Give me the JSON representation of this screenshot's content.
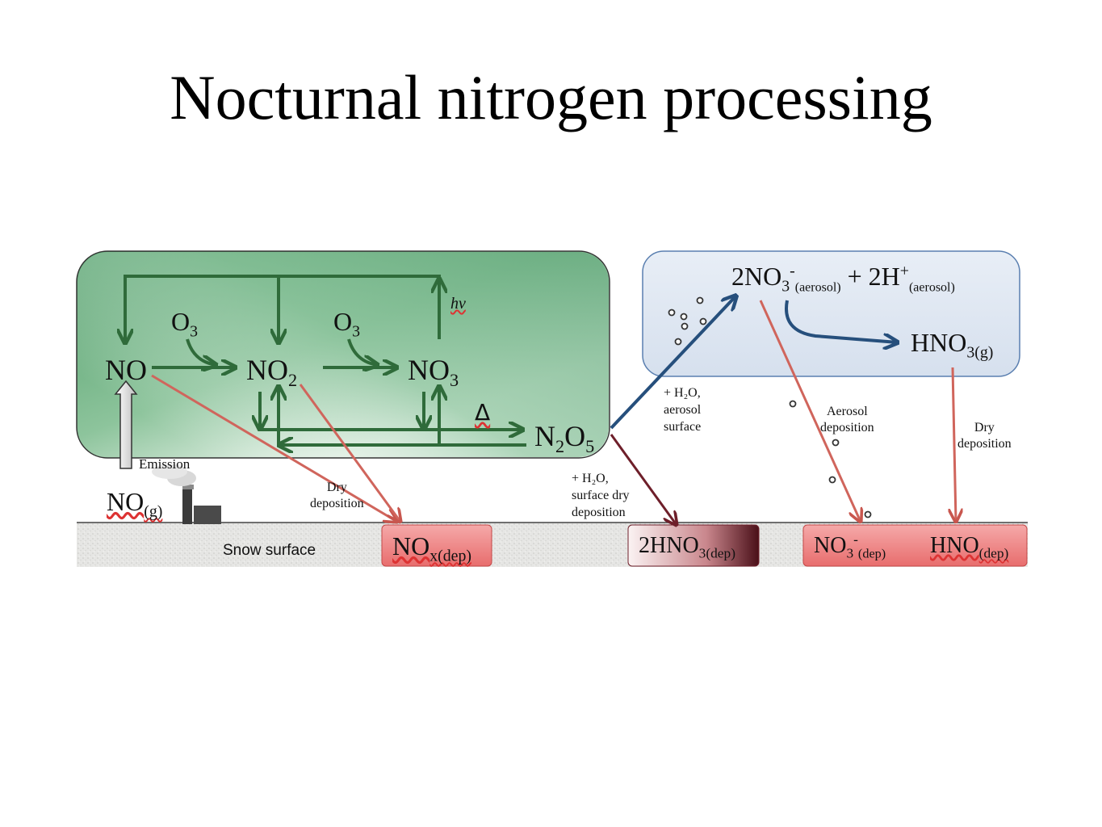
{
  "title": "Nocturnal nitrogen processing",
  "species": {
    "no": "NO",
    "o3": "O",
    "o3_sub": "3",
    "no2": "NO",
    "no2_sub": "2",
    "no3": "NO",
    "no3_sub": "3",
    "n2o5_n": "N",
    "n2o5_sub1": "2",
    "n2o5_o": "O",
    "n2o5_sub2": "5",
    "hv": "hv",
    "delta": "Δ"
  },
  "source": {
    "emission": "Emission",
    "no_g": "NO",
    "no_g_sub": "(g)"
  },
  "aerosol": {
    "nitrate": "2NO",
    "nitrate_sub": "3",
    "nitrate_sup": "-",
    "nitrate_phase": "(aerosol)",
    "proton": " + 2H",
    "proton_sup": "+",
    "proton_phase": "(aerosol)",
    "hno3": "HNO",
    "hno3_sub": "3(g)"
  },
  "process_labels": {
    "dry_dep_1": "Dry\ndeposition",
    "h2o_aerosol": "+ H₂O,\naerosol\nsurface",
    "h2o_surface": "+ H₂O,\nsurface dry\ndeposition",
    "aerosol_dep": "Aerosol\ndeposition",
    "dry_dep_2": "Dry\ndeposition"
  },
  "surface": {
    "label": "Snow surface",
    "nox_dep": "NO",
    "nox_dep_sub": "x(dep)",
    "hno3_dep": "2HNO",
    "hno3_dep_sub": "3(dep)",
    "no3_dep": "NO",
    "no3_dep_sub": "3",
    "no3_dep_sup": "-",
    "no3_dep_phase": "(dep)",
    "hno_dep": "HNO",
    "hno_dep_sub": "(dep)"
  },
  "colors": {
    "green_arrow": "#2f6b3a",
    "blue_arrow": "#264f7c",
    "red_arrow": "#d0655c",
    "dark_red_arrow": "#6e1f2a",
    "green_box_dark": "#4f9a68",
    "aerosol_box": "#dfe8f3"
  }
}
